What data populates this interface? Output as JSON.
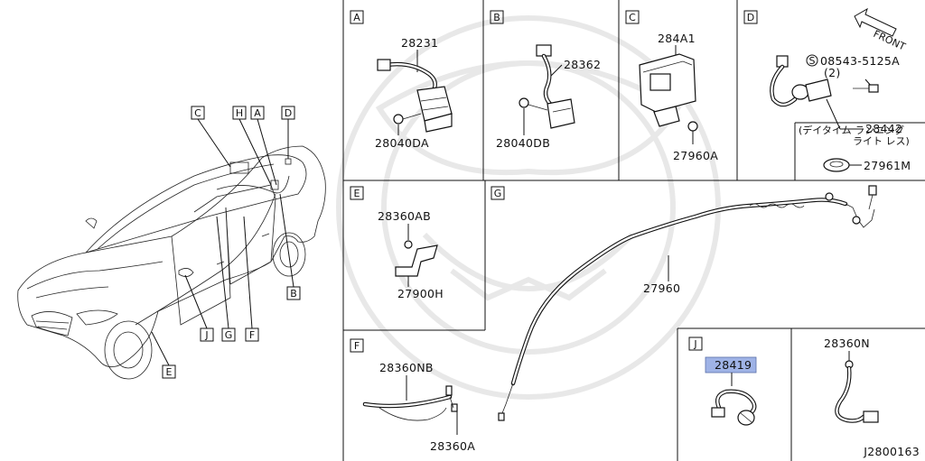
{
  "figure_id": "J2800163",
  "front_label": "FRONT",
  "car_callouts": [
    {
      "id": "C",
      "label": "C"
    },
    {
      "id": "H",
      "label": "H"
    },
    {
      "id": "A",
      "label": "A"
    },
    {
      "id": "D",
      "label": "D"
    },
    {
      "id": "B",
      "label": "B"
    },
    {
      "id": "J",
      "label": "J"
    },
    {
      "id": "G",
      "label": "G"
    },
    {
      "id": "F",
      "label": "F"
    },
    {
      "id": "E",
      "label": "E"
    }
  ],
  "sections": {
    "A": {
      "tag": "A",
      "parts": [
        "28231",
        "28040DA"
      ]
    },
    "B": {
      "tag": "B",
      "parts": [
        "28362",
        "28040DB"
      ]
    },
    "C": {
      "tag": "C",
      "parts": [
        "284A1",
        "27960A"
      ]
    },
    "D": {
      "tag": "D",
      "parts": [
        "08543-5125A",
        "(2)",
        "28442"
      ],
      "bolt_symbol": "S",
      "note": "(デイタイム ランニング",
      "note2": "ライト レス)",
      "note_part": "27961M"
    },
    "E": {
      "tag": "E",
      "parts": [
        "28360AB",
        "27900H"
      ]
    },
    "G": {
      "tag": "G",
      "parts": [
        "27960"
      ]
    },
    "F": {
      "tag": "F",
      "parts": [
        "28360NB",
        "28360A"
      ]
    },
    "J": {
      "tag": "J",
      "parts": [
        "28419"
      ],
      "highlight_color": "#9fb3e6"
    },
    "N": {
      "parts": [
        "28360N"
      ]
    }
  }
}
